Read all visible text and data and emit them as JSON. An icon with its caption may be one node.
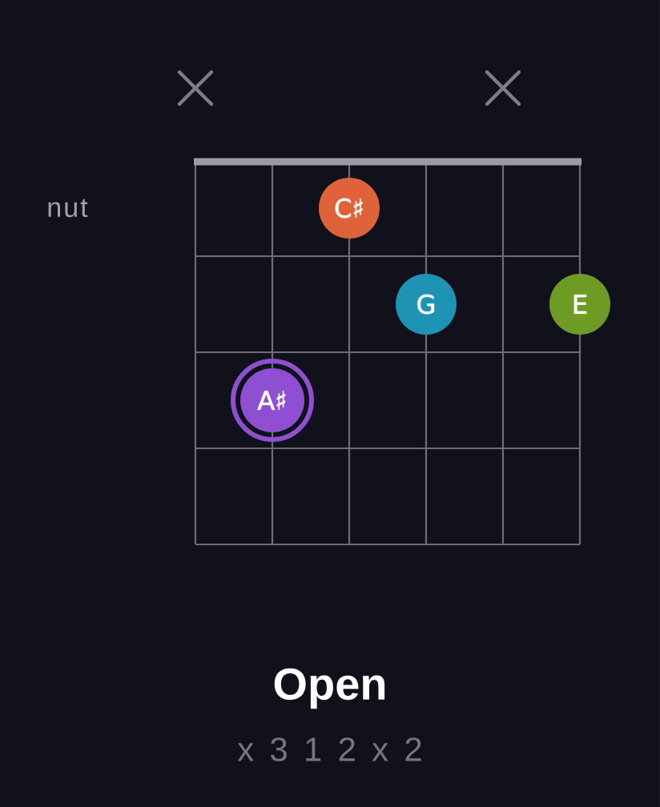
{
  "diagram": {
    "title": "Open",
    "caption": "x 3 1 2 x 2",
    "nodes": [
      {
        "text": [
          "C♯"
        ]
      },
      {
        "text": [
          "G"
        ]
      },
      {
        "text": [
          "E"
        ]
      },
      {
        "text": [
          "A♯"
        ]
      }
    ],
    "labels": [
      "nut"
    ]
  }
}
